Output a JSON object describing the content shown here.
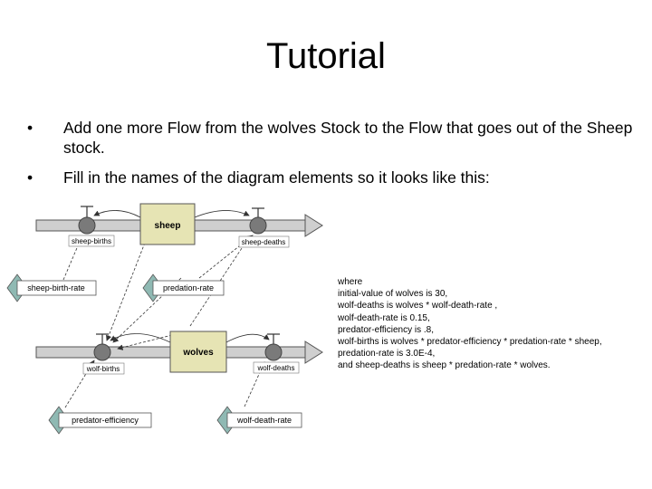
{
  "slide": {
    "title": "Tutorial",
    "bullets": [
      "Add one more Flow from the wolves Stock to the Flow that goes out of the Sheep stock.",
      "Fill in the names of the diagram elements so it looks like this:"
    ]
  },
  "diagram": {
    "stocks": [
      "sheep",
      "wolves"
    ],
    "flows": [
      "sheep-births",
      "sheep-deaths",
      "wolf-births",
      "wolf-deaths"
    ],
    "converters": [
      "sheep-birth-rate",
      "predation-rate",
      "predator-efficiency",
      "wolf-death-rate"
    ],
    "colors": {
      "stock_fill": "#e6e4b4",
      "converter_fill": "#8fb9b3",
      "pipe_fill": "#cfcfcf",
      "valve_fill": "#7a7a7a"
    }
  },
  "notes": [
    "where",
    "initial-value of wolves is 30,",
    "wolf-deaths is wolves * wolf-death-rate ,",
    "wolf-death-rate is 0.15,",
    "predator-efficiency is .8,",
    "wolf-births is wolves * predator-efficiency * predation-rate * sheep,",
    "predation-rate is 3.0E-4,",
    "and sheep-deaths is sheep * predation-rate * wolves."
  ]
}
